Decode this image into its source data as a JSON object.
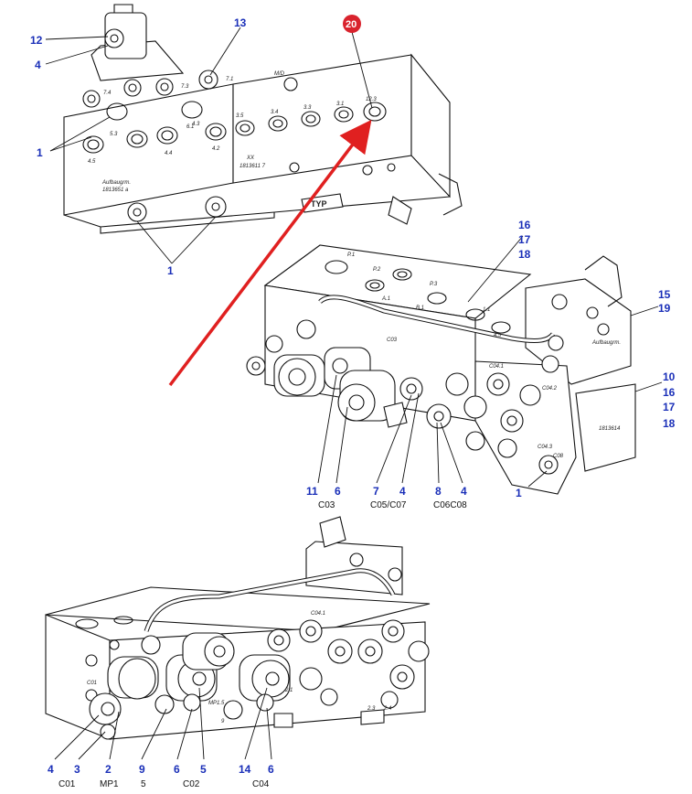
{
  "colors": {
    "callout": "#1a2fb8",
    "arrow": "#e02020",
    "badge": "#d9232d",
    "line": "#111111"
  },
  "badge": {
    "number": "20"
  },
  "top_view": {
    "callouts": [
      "12",
      "4",
      "13",
      "1",
      "1"
    ],
    "port_marks": [
      "7.4",
      "7.3",
      "7.1",
      "M/D",
      "5.3",
      "6.1",
      "3.5",
      "3.4",
      "3.3",
      "3.1",
      "12.3",
      "4.5",
      "4.4",
      "4.3",
      "4.2"
    ],
    "stamps": [
      "Aufbaugrm.",
      "1813651 a",
      "XX",
      "1813611 7",
      "TYP"
    ]
  },
  "middle_view": {
    "callouts_right": [
      "16",
      "17",
      "18",
      "15",
      "19",
      "10",
      "16",
      "17",
      "18"
    ],
    "callouts_bottom": [
      "11",
      "6",
      "7",
      "4",
      "8",
      "4",
      "1"
    ],
    "groups": [
      "C03",
      "C05/C07",
      "C06C08"
    ],
    "port_marks": [
      "P.1",
      "P.2",
      "A.1",
      "P.3",
      "B.1",
      "1.1",
      "4.5",
      "C03",
      "C04.1",
      "C04.2",
      "C04.3",
      "C08"
    ],
    "stamps": [
      "Aufbaugrm.",
      "1813614"
    ]
  },
  "bottom_view": {
    "callouts": [
      "4",
      "3",
      "2",
      "9",
      "6",
      "5",
      "14",
      "6"
    ],
    "groups": [
      "C01",
      "MP1",
      "5",
      "C02",
      "C04"
    ],
    "port_marks": [
      "C01",
      "C04.1",
      "2.1",
      "2.3",
      "2.4",
      "MP1.5",
      "9"
    ]
  }
}
